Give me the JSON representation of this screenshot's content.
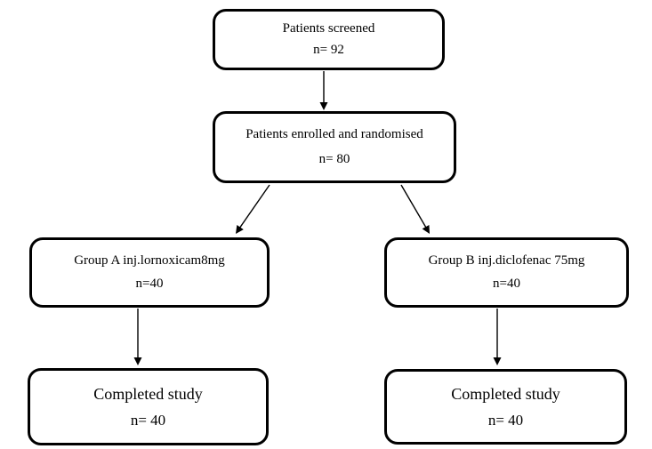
{
  "diagram": {
    "type": "flowchart",
    "colors": {
      "box_border": "#000000",
      "box_fill": "#ffffff",
      "text": "#000000",
      "arrow": "#000000",
      "page_background": "#ffffff"
    },
    "nodes": [
      {
        "id": "patients-screened",
        "label": "Patients screened",
        "count": "n= 92"
      },
      {
        "id": "patients-enrolled",
        "label": "Patients enrolled and randomised",
        "count": "n= 80"
      },
      {
        "id": "group-a",
        "label": "Group A inj.lornoxicam8mg",
        "count": "n=40"
      },
      {
        "id": "group-b",
        "label": "Group B inj.diclofenac 75mg",
        "count": "n=40"
      },
      {
        "id": "completed-a",
        "label": "Completed study",
        "count": "n= 40"
      },
      {
        "id": "completed-b",
        "label": "Completed study",
        "count": "n= 40"
      }
    ],
    "edges": [
      {
        "from": "patients-screened",
        "to": "patients-enrolled"
      },
      {
        "from": "patients-enrolled",
        "to": "group-a"
      },
      {
        "from": "patients-enrolled",
        "to": "group-b"
      },
      {
        "from": "group-a",
        "to": "completed-a"
      },
      {
        "from": "group-b",
        "to": "completed-b"
      }
    ]
  }
}
